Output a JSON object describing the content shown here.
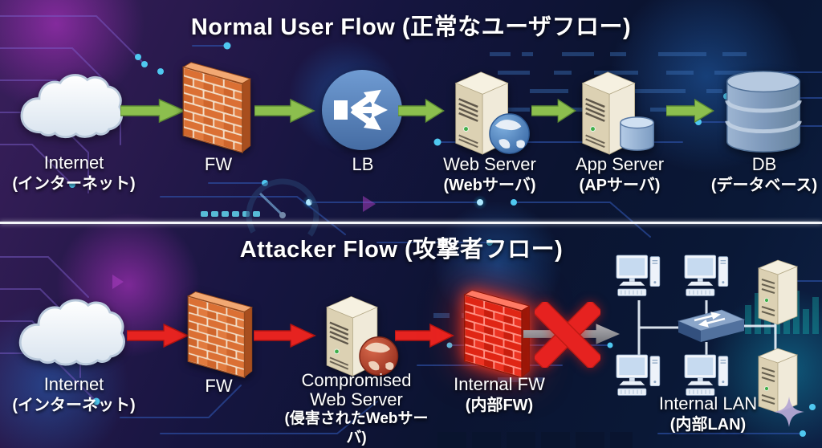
{
  "sections": {
    "normal": {
      "title": "Normal User Flow (正常なユーザフロー)",
      "nodes": {
        "internet": {
          "label": "Internet",
          "sublabel": "(インターネット)"
        },
        "fw": {
          "label": "FW"
        },
        "lb": {
          "label": "LB"
        },
        "web_server": {
          "label": "Web Server",
          "sublabel": "(Webサーバ)"
        },
        "app_server": {
          "label": "App Server",
          "sublabel": "(APサーバ)"
        },
        "db": {
          "label": "DB",
          "sublabel": "(データベース)"
        }
      }
    },
    "attacker": {
      "title": "Attacker Flow (攻撃者フロー)",
      "nodes": {
        "internet": {
          "label": "Internet",
          "sublabel": "(インターネット)"
        },
        "fw": {
          "label": "FW"
        },
        "compromised_web_server": {
          "label": "Compromised",
          "label_line2": "Web Server",
          "sublabel": "(侵害されたWebサーバ)"
        },
        "internal_fw": {
          "label": "Internal FW",
          "sublabel": "(内部FW)"
        },
        "internal_lan": {
          "label": "Internal LAN",
          "sublabel": "(内部LAN)"
        }
      }
    }
  },
  "icons": {
    "cloud": "cloud",
    "firewall": "orange-brick-wall",
    "load_balancer": "blue-circle-split-arrows",
    "web_server": "tower-server-with-globe",
    "app_server": "tower-server-with-cylinder",
    "database": "blue-db-cylinder",
    "compromised_web_server": "tower-server-with-red-globe",
    "internal_firewall": "red-glowing-brick-wall",
    "lan": "pcs-switch-servers-network",
    "blocked": "red-x-over-gray-arrow",
    "sparkle": "four-point-star"
  },
  "colors": {
    "normal_arrow": "#8cbf4e",
    "attack_arrow": "#e62320",
    "blocked_arrow": "#999999",
    "blocked_cross": "#e62220",
    "firewall_brick": "#db7034",
    "internal_firewall_brick": "#e02615",
    "divider": "#f4f6fa",
    "title_text": "#ffffff",
    "background_purple": "#3a1f5c",
    "background_navy": "#0a1431",
    "circuit_trace": "#2f55b0",
    "circuit_dot": "#4fc8f0"
  }
}
